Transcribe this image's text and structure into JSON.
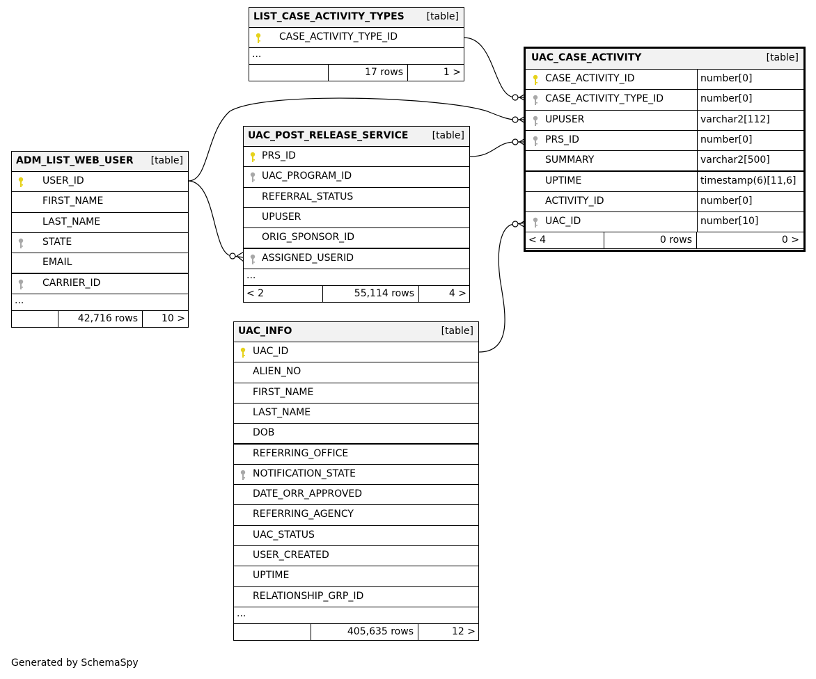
{
  "footer_text": "Generated by SchemaSpy",
  "tables": {
    "list_case_activity_types": {
      "name": "LIST_CASE_ACTIVITY_TYPES",
      "kind": "[table]",
      "columns": [
        {
          "name": "CASE_ACTIVITY_TYPE_ID",
          "key": "primary"
        }
      ],
      "more": "...",
      "footer": {
        "left": "",
        "rows": "17 rows",
        "right": "1 >"
      }
    },
    "uac_case_activity": {
      "name": "UAC_CASE_ACTIVITY",
      "kind": "[table]",
      "columns": [
        {
          "name": "CASE_ACTIVITY_ID",
          "type": "number[0]",
          "key": "primary"
        },
        {
          "name": "CASE_ACTIVITY_TYPE_ID",
          "type": "number[0]",
          "key": "foreign"
        },
        {
          "name": "UPUSER",
          "type": "varchar2[112]",
          "key": "foreign"
        },
        {
          "name": "PRS_ID",
          "type": "number[0]",
          "key": "foreign"
        },
        {
          "name": "SUMMARY",
          "type": "varchar2[500]",
          "key": ""
        },
        {
          "name": "UPTIME",
          "type": "timestamp(6)[11,6]",
          "key": ""
        },
        {
          "name": "ACTIVITY_ID",
          "type": "number[0]",
          "key": ""
        },
        {
          "name": "UAC_ID",
          "type": "number[10]",
          "key": "foreign"
        }
      ],
      "footer": {
        "left": "< 4",
        "rows": "0 rows",
        "right": "0 >"
      }
    },
    "uac_post_release_service": {
      "name": "UAC_POST_RELEASE_SERVICE",
      "kind": "[table]",
      "columns": [
        {
          "name": "PRS_ID",
          "key": "primary"
        },
        {
          "name": "UAC_PROGRAM_ID",
          "key": "foreign"
        },
        {
          "name": "REFERRAL_STATUS",
          "key": ""
        },
        {
          "name": "UPUSER",
          "key": ""
        },
        {
          "name": "ORIG_SPONSOR_ID",
          "key": ""
        },
        {
          "name": "ASSIGNED_USERID",
          "key": "foreign"
        }
      ],
      "more": "...",
      "footer": {
        "left": "< 2",
        "rows": "55,114 rows",
        "right": "4 >"
      }
    },
    "adm_list_web_user": {
      "name": "ADM_LIST_WEB_USER",
      "kind": "[table]",
      "columns": [
        {
          "name": "USER_ID",
          "key": "primary"
        },
        {
          "name": "FIRST_NAME",
          "key": ""
        },
        {
          "name": "LAST_NAME",
          "key": ""
        },
        {
          "name": "STATE",
          "key": "foreign"
        },
        {
          "name": "EMAIL",
          "key": ""
        },
        {
          "name": "CARRIER_ID",
          "key": "foreign"
        }
      ],
      "more": "...",
      "footer": {
        "left": "",
        "rows": "42,716 rows",
        "right": "10 >"
      }
    },
    "uac_info": {
      "name": "UAC_INFO",
      "kind": "[table]",
      "columns": [
        {
          "name": "UAC_ID",
          "key": "primary"
        },
        {
          "name": "ALIEN_NO",
          "key": ""
        },
        {
          "name": "FIRST_NAME",
          "key": ""
        },
        {
          "name": "LAST_NAME",
          "key": ""
        },
        {
          "name": "DOB",
          "key": ""
        },
        {
          "name": "REFERRING_OFFICE",
          "key": ""
        },
        {
          "name": "NOTIFICATION_STATE",
          "key": "foreign"
        },
        {
          "name": "DATE_ORR_APPROVED",
          "key": ""
        },
        {
          "name": "REFERRING_AGENCY",
          "key": ""
        },
        {
          "name": "UAC_STATUS",
          "key": ""
        },
        {
          "name": "USER_CREATED",
          "key": ""
        },
        {
          "name": "UPTIME",
          "key": ""
        },
        {
          "name": "RELATIONSHIP_GRP_ID",
          "key": ""
        }
      ],
      "more": "...",
      "footer": {
        "left": "",
        "rows": "405,635 rows",
        "right": "12 >"
      }
    }
  },
  "key_colors": {
    "primary": "#e6d21a",
    "foreign": "#a8a8a8"
  }
}
